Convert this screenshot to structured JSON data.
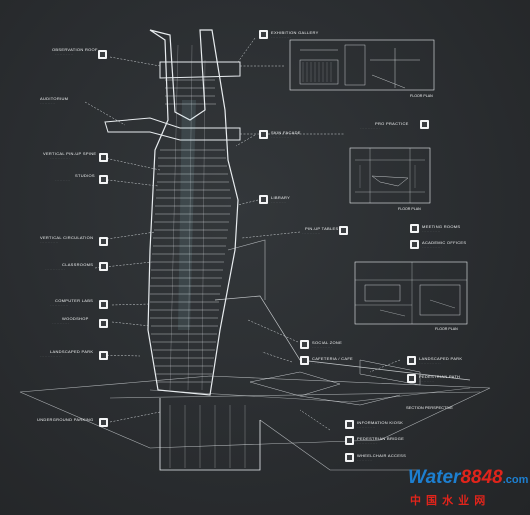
{
  "labels": {
    "observation_roof": "OBSERVATION ROOF",
    "auditorium": "AUDITORIUM",
    "vertical_pin_up_spine": "VERTICAL PIN-UP SPINE",
    "studios": "STUDIOS",
    "vertical_circulation": "VERTICAL CIRCULATION",
    "classrooms": "CLASSROOMS",
    "computer_labs": "COMPUTER LABS",
    "woodshop": "WOODSHOP",
    "landscaped_park_left": "LANDSCAPED PARK",
    "underground_parking": "UNDERGROUND PARKING",
    "exhibition_gallery": "EXHIBITION GALLERY",
    "skin_facade": "SKIN FACADE",
    "library": "LIBRARY",
    "pin_up_tables": "PIN-UP TABLES",
    "pro_practice": "PRO PRACTICE",
    "meeting_rooms": "MEETING ROOMS",
    "academic_offices": "ACADEMIC OFFICES",
    "social_zone": "SOCIAL ZONE",
    "cafeteria": "CAFETERIA / CAFE",
    "landscaped_park_right": "LANDSCAPED PARK",
    "pedestrian_path": "PEDESTRIAN PATH",
    "information_kiosk": "INFORMATION KIOSK",
    "pedestrian_bridge": "PEDESTRIAN BRIDGE",
    "wheelchair_access": "WHEELCHAIR ACCESS"
  },
  "plans": {
    "plan1": "FLOOR PLAN",
    "plan2": "FLOOR PLAN",
    "plan3": "FLOOR PLAN"
  },
  "section_perspective": "SECTION PERSPECTIVE",
  "watermark": {
    "part1": "Water",
    "part2": "8848",
    "part3": ".com",
    "chinese": "中 国 水 业 网"
  },
  "colors": {
    "background": "#2a2d30",
    "linework": "#e8ecef",
    "watermark_blue": "#1d7fd0",
    "watermark_red": "#e0241b"
  }
}
